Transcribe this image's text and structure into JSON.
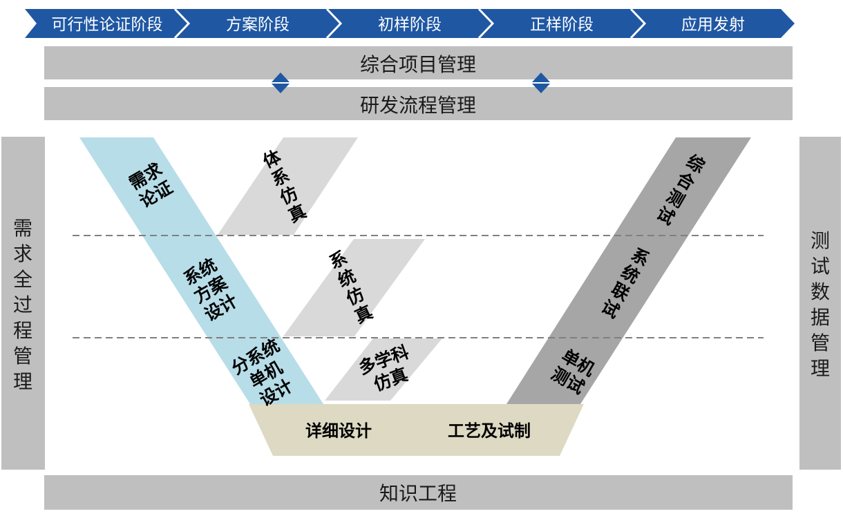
{
  "phases": [
    "可行性论证阶段",
    "方案阶段",
    "初样阶段",
    "正样阶段",
    "应用发射"
  ],
  "top_bars": {
    "integrated_project_management": "综合项目管理",
    "rd_process_management": "研发流程管理"
  },
  "side_bars": {
    "left": [
      "需",
      "求",
      "全",
      "过",
      "程",
      "管",
      "理"
    ],
    "right": [
      "测",
      "试",
      "数",
      "据",
      "管",
      "理"
    ]
  },
  "left_arm": {
    "requirement_demo": [
      "需求",
      "论证"
    ],
    "system_design": [
      "系统",
      "方案",
      "设计"
    ],
    "subsystem_design": [
      "分系统",
      "单机",
      "设计"
    ]
  },
  "simulation": {
    "architecture_sim": [
      "体",
      "系",
      "仿",
      "真"
    ],
    "system_sim": [
      "系",
      "统",
      "仿",
      "真"
    ],
    "multidisciplinary_sim": [
      "多学科",
      "仿真"
    ]
  },
  "bottom": {
    "detailed_design": "详细设计",
    "process_trial": "工艺及试制"
  },
  "right_arm": {
    "integrated_test": [
      "综",
      "合",
      "测",
      "试"
    ],
    "system_integration_test": [
      "系",
      "统",
      "联",
      "试"
    ],
    "unit_test": [
      "单机",
      "测试"
    ]
  },
  "knowledge_engineering": "知识工程",
  "colors": {
    "chevron": "#1f57a3",
    "gray_bar": "#bfbfbf",
    "left_arm": "#b7dde8",
    "sim_panel": "#d9d9d9",
    "right_arm": "#a6a6a6",
    "bottom_trapezoid": "#ddd9c3",
    "diamond": "#1f57a3",
    "dashed_line": "#7f7f7f"
  }
}
